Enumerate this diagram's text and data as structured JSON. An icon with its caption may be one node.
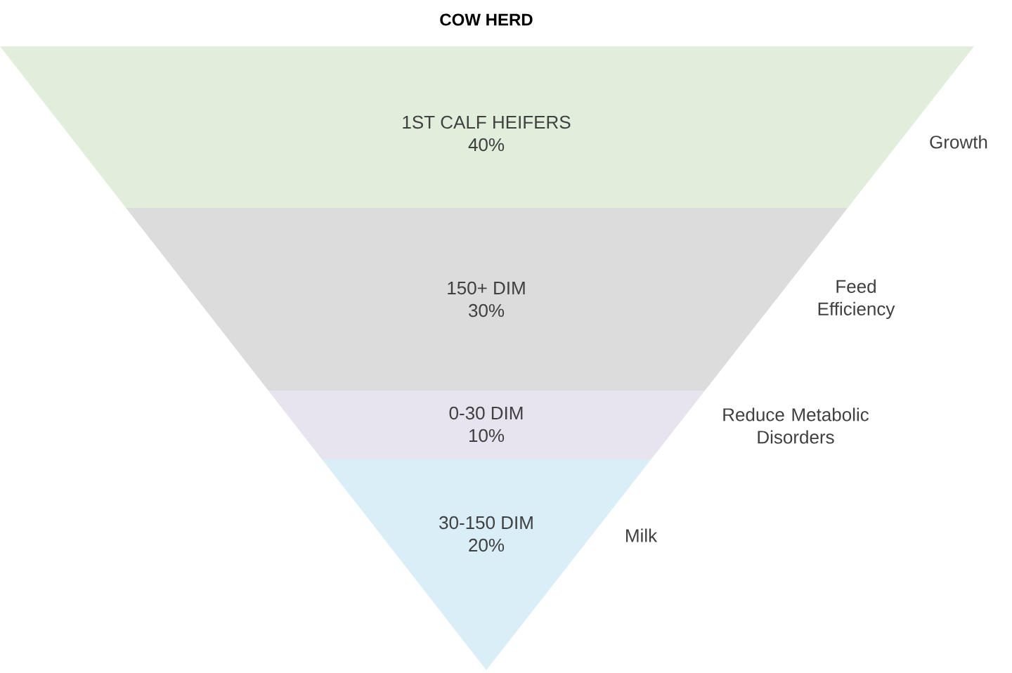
{
  "diagram": {
    "title": "COW HERD",
    "nodes": [
      {
        "text": [
          "1ST CALF HEIFERS",
          "40%"
        ],
        "beside": [
          "Growth"
        ]
      },
      {
        "text": [
          "150+ DIM",
          "30%"
        ],
        "beside": [
          "Feed Efficiency"
        ]
      },
      {
        "text": [
          "0-30 DIM",
          "10%"
        ],
        "beside": [
          "Reduce Metabolic Disorders"
        ]
      },
      {
        "text": [
          "30-150 DIM",
          "20%"
        ],
        "beside": [
          "Milk"
        ]
      }
    ],
    "edges": []
  }
}
